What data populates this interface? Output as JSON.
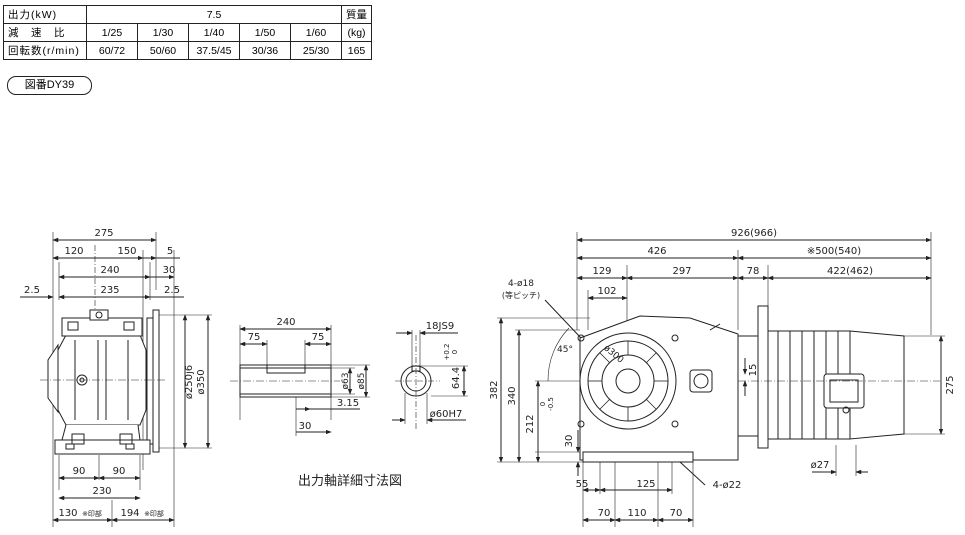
{
  "spec": {
    "r1": {
      "label": "出力(kW)",
      "value": "7.5",
      "mass_header": "質量"
    },
    "r2": {
      "label": "減　速　比",
      "ratios": [
        "1/25",
        "1/30",
        "1/40",
        "1/50",
        "1/60"
      ],
      "mass_unit": "(kg)"
    },
    "r3": {
      "label": "回転数(r/min)",
      "speeds": [
        "60/72",
        "50/60",
        "37.5/45",
        "30/36",
        "25/30"
      ],
      "mass": "165"
    }
  },
  "figure_no": "図番DY39",
  "shaft_caption": "出力軸詳細寸法図",
  "dims": {
    "front": {
      "d275": "275",
      "d120": "120",
      "d150": "150",
      "d5": "5",
      "d240": "240",
      "d30": "30",
      "d2_5a": "2.5",
      "d235": "235",
      "d2_5b": "2.5",
      "d250": "ø250j6",
      "d350": "ø350",
      "d90a": "90",
      "d90b": "90",
      "d230": "230",
      "d130": "130",
      "d130_note": "※印部",
      "d194": "194",
      "d194_note": "※印部"
    },
    "shaft": {
      "d240": "240",
      "d75a": "75",
      "d75b": "75",
      "d63": "ø63",
      "d85": "ø85",
      "d3_15": "3.15",
      "d30": "30"
    },
    "bore": {
      "d18js9": "18JS9",
      "d64_4": "64.4",
      "tol_up": "+0.2",
      "tol_lo": "0",
      "d60h7": "ø60H7"
    },
    "side": {
      "d926": "926(966)",
      "d426": "426",
      "d500": "※500(540)",
      "d129": "129",
      "d297": "297",
      "d78": "78",
      "d422": "422(462)",
      "holes": "4-ø18",
      "holes_note": "(等ピッチ)",
      "d102": "102",
      "d45": "45°",
      "d300": "ø300",
      "d382": "382",
      "d340": "340",
      "d212": "212",
      "d212_tol_up": "0",
      "d212_tol_lo": "-0.5",
      "d30": "30",
      "d15": "15",
      "d275": "275",
      "d27": "ø27",
      "d55": "55",
      "d125": "125",
      "foot_holes": "4-ø22",
      "d70a": "70",
      "d110": "110",
      "d70b": "70"
    }
  }
}
